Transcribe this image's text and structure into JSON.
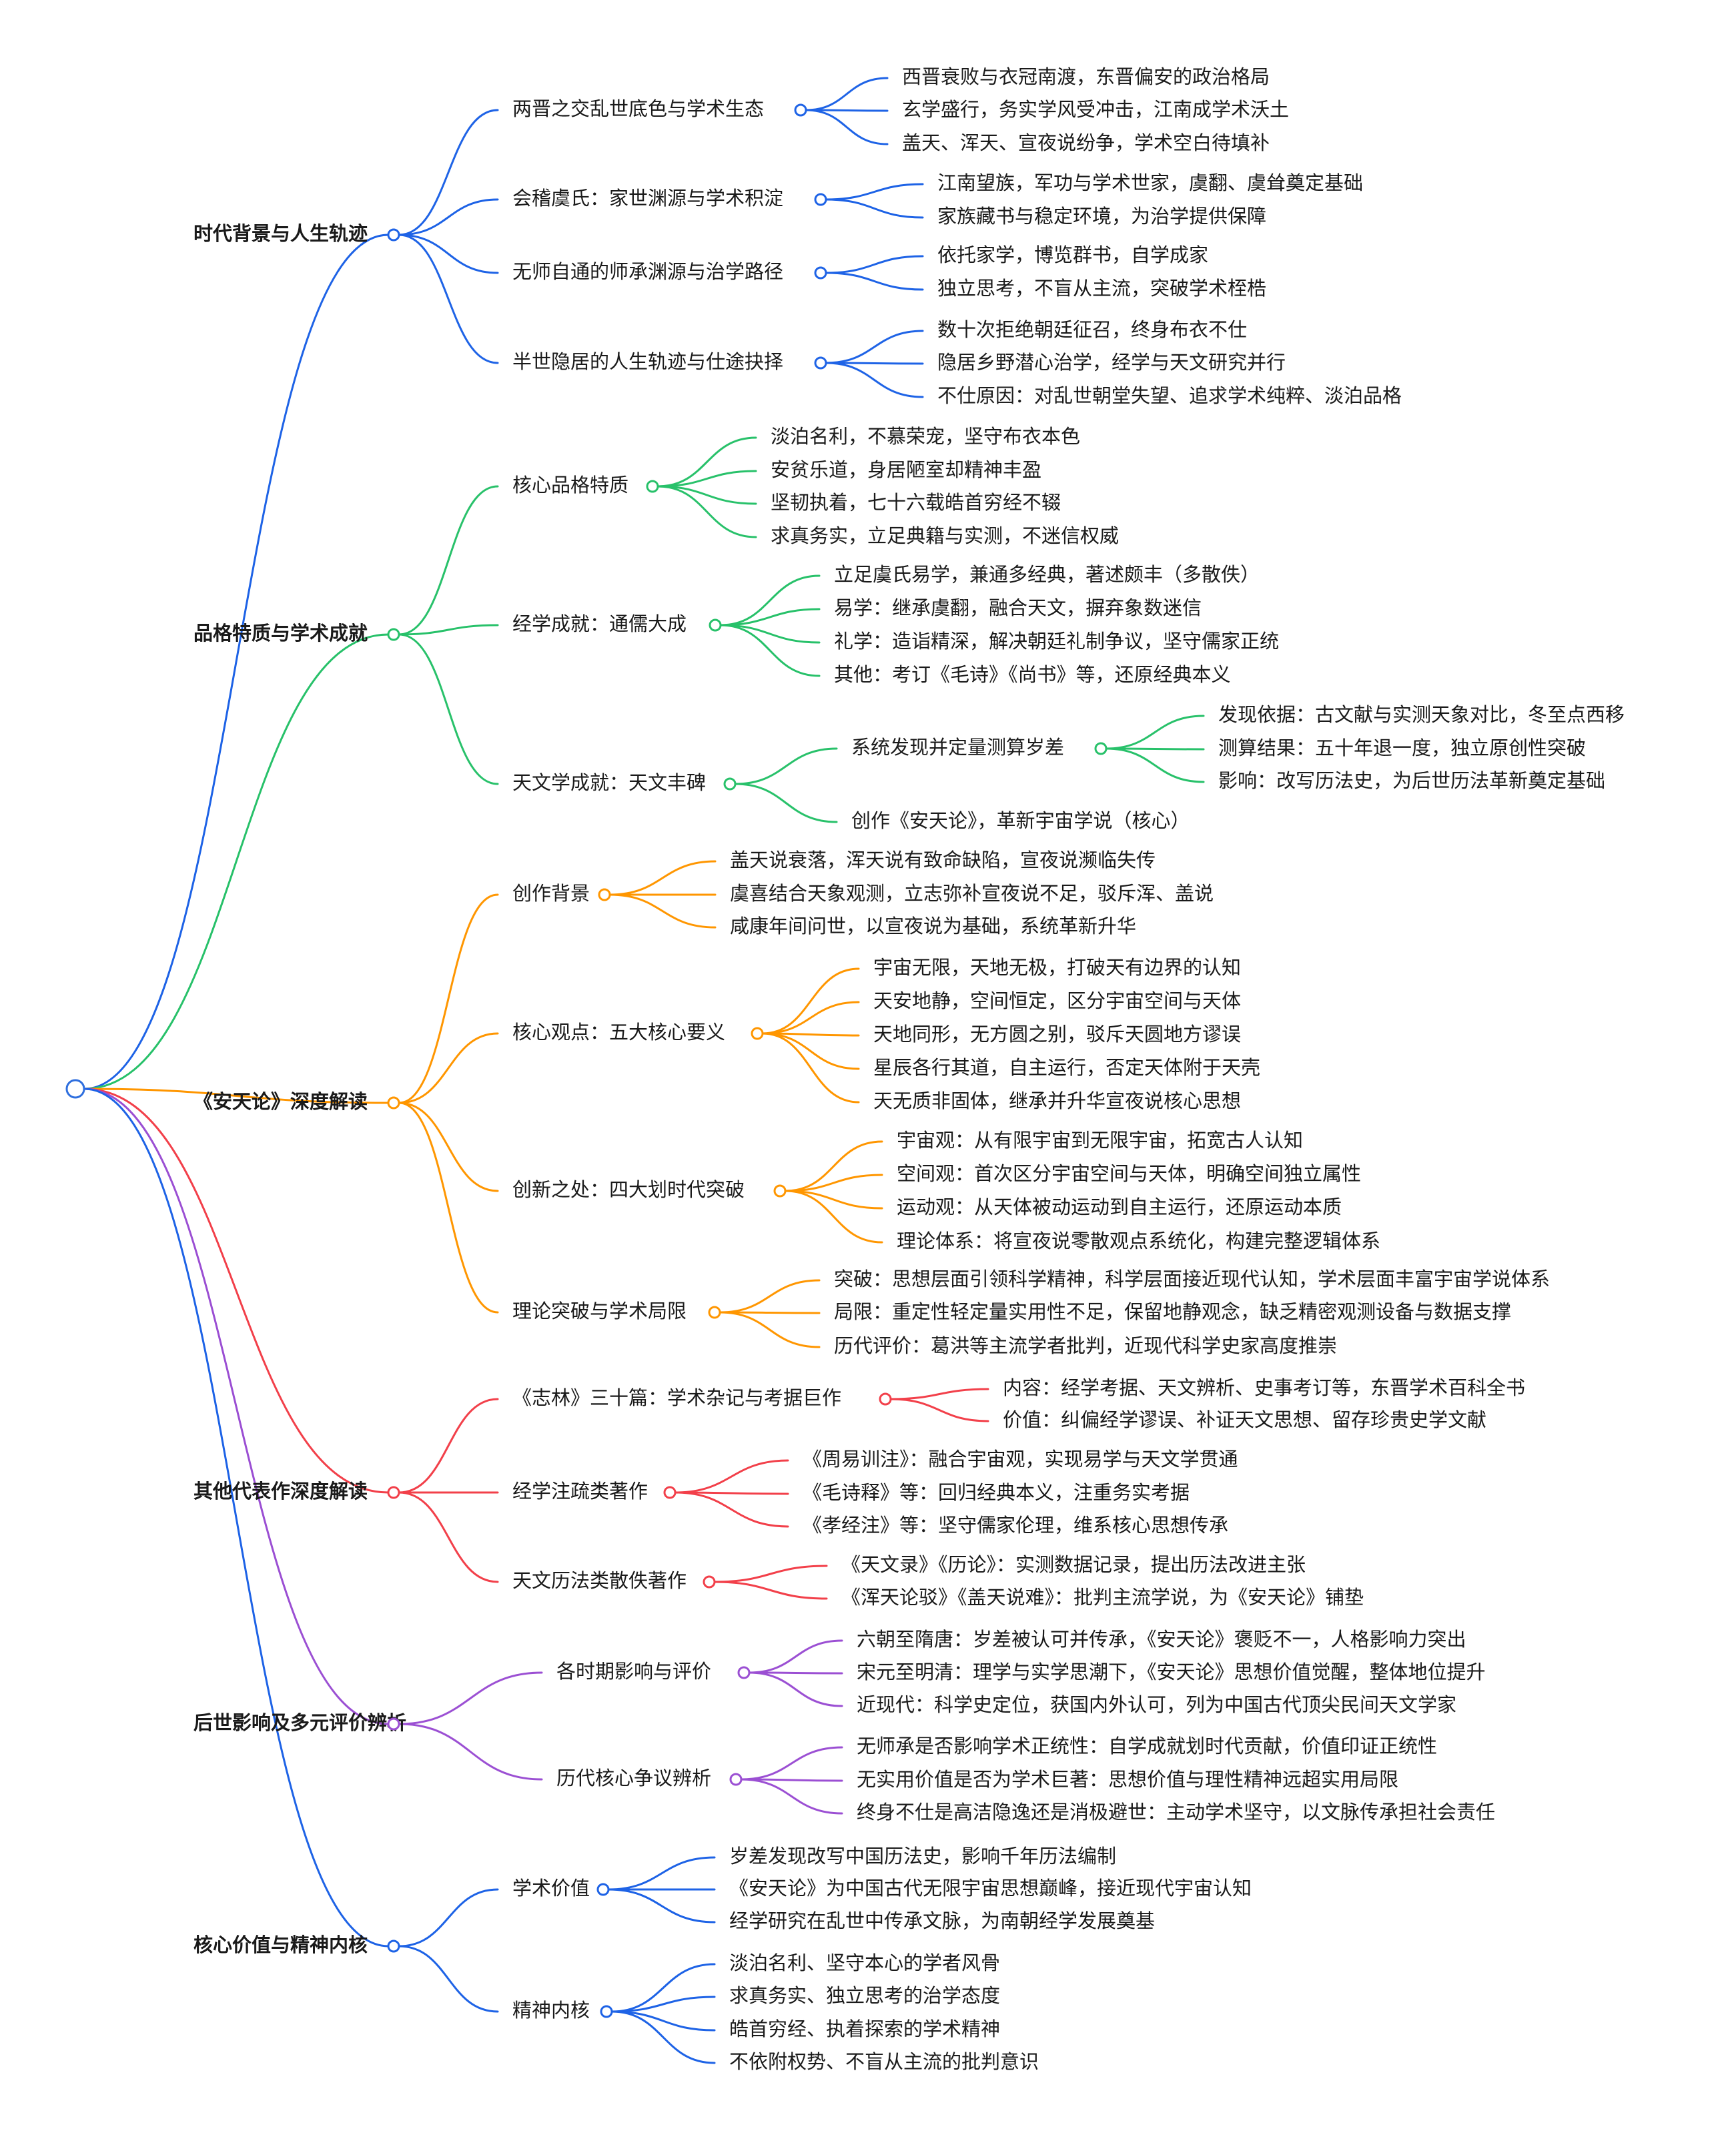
{
  "colors": {
    "root": "#2f6fde",
    "branch0": "#1e63e6",
    "branch1": "#28c16a",
    "branch2": "#ff9600",
    "branch3": "#f2404a",
    "branch4": "#9b4fd3",
    "branch5": "#1e63e6"
  },
  "mindmap": {
    "branches": [
      {
        "label": "时代背景与人生轨迹",
        "children": [
          {
            "label": "两晋之交乱世底色与学术生态",
            "children": [
              {
                "label": "西晋衰败与衣冠南渡，东晋偏安的政治格局"
              },
              {
                "label": "玄学盛行，务实学风受冲击，江南成学术沃土"
              },
              {
                "label": "盖天、浑天、宣夜说纷争，学术空白待填补"
              }
            ]
          },
          {
            "label": "会稽虞氏：家世渊源与学术积淀",
            "children": [
              {
                "label": "江南望族，军功与学术世家，虞翻、虞耸奠定基础"
              },
              {
                "label": "家族藏书与稳定环境，为治学提供保障"
              }
            ]
          },
          {
            "label": "无师自通的师承渊源与治学路径",
            "children": [
              {
                "label": "依托家学，博览群书，自学成家"
              },
              {
                "label": "独立思考，不盲从主流，突破学术桎梏"
              }
            ]
          },
          {
            "label": "半世隐居的人生轨迹与仕途抉择",
            "children": [
              {
                "label": "数十次拒绝朝廷征召，终身布衣不仕"
              },
              {
                "label": "隐居乡野潜心治学，经学与天文研究并行"
              },
              {
                "label": "不仕原因：对乱世朝堂失望、追求学术纯粹、淡泊品格"
              }
            ]
          }
        ]
      },
      {
        "label": "品格特质与学术成就",
        "children": [
          {
            "label": "核心品格特质",
            "children": [
              {
                "label": "淡泊名利，不慕荣宠，坚守布衣本色"
              },
              {
                "label": "安贫乐道，身居陋室却精神丰盈"
              },
              {
                "label": "坚韧执着，七十六载皓首穷经不辍"
              },
              {
                "label": "求真务实，立足典籍与实测，不迷信权威"
              }
            ]
          },
          {
            "label": "经学成就：通儒大成",
            "children": [
              {
                "label": "立足虞氏易学，兼通多经典，著述颇丰（多散佚）"
              },
              {
                "label": "易学：继承虞翻，融合天文，摒弃象数迷信"
              },
              {
                "label": "礼学：造诣精深，解决朝廷礼制争议，坚守儒家正统"
              },
              {
                "label": "其他：考订《毛诗》《尚书》等，还原经典本义"
              }
            ]
          },
          {
            "label": "天文学成就：天文丰碑",
            "children": [
              {
                "label": "系统发现并定量测算岁差",
                "children": [
                  {
                    "label": "发现依据：古文献与实测天象对比，冬至点西移"
                  },
                  {
                    "label": "测算结果：五十年退一度，独立原创性突破"
                  },
                  {
                    "label": "影响：改写历法史，为后世历法革新奠定基础"
                  }
                ]
              },
              {
                "label": "创作《安天论》，革新宇宙学说（核心）"
              }
            ]
          }
        ]
      },
      {
        "label": "《安天论》深度解读",
        "children": [
          {
            "label": "创作背景",
            "children": [
              {
                "label": "盖天说衰落，浑天说有致命缺陷，宣夜说濒临失传"
              },
              {
                "label": "虞喜结合天象观测，立志弥补宣夜说不足，驳斥浑、盖说"
              },
              {
                "label": "咸康年间问世，以宣夜说为基础，系统革新升华"
              }
            ]
          },
          {
            "label": "核心观点：五大核心要义",
            "children": [
              {
                "label": "宇宙无限，天地无极，打破天有边界的认知"
              },
              {
                "label": "天安地静，空间恒定，区分宇宙空间与天体"
              },
              {
                "label": "天地同形，无方圆之别，驳斥天圆地方谬误"
              },
              {
                "label": "星辰各行其道，自主运行，否定天体附于天壳"
              },
              {
                "label": "天无质非固体，继承并升华宣夜说核心思想"
              }
            ]
          },
          {
            "label": "创新之处：四大划时代突破",
            "children": [
              {
                "label": "宇宙观：从有限宇宙到无限宇宙，拓宽古人认知"
              },
              {
                "label": "空间观：首次区分宇宙空间与天体，明确空间独立属性"
              },
              {
                "label": "运动观：从天体被动运动到自主运行，还原运动本质"
              },
              {
                "label": "理论体系：将宣夜说零散观点系统化，构建完整逻辑体系"
              }
            ]
          },
          {
            "label": "理论突破与学术局限",
            "children": [
              {
                "label": "突破：思想层面引领科学精神，科学层面接近现代认知，学术层面丰富宇宙学说体系"
              },
              {
                "label": "局限：重定性轻定量实用性不足，保留地静观念，缺乏精密观测设备与数据支撑"
              },
              {
                "label": "历代评价：葛洪等主流学者批判，近现代科学史家高度推崇"
              }
            ]
          }
        ]
      },
      {
        "label": "其他代表作深度解读",
        "children": [
          {
            "label": "《志林》三十篇：学术杂记与考据巨作",
            "children": [
              {
                "label": "内容：经学考据、天文辨析、史事考订等，东晋学术百科全书"
              },
              {
                "label": "价值：纠偏经学谬误、补证天文思想、留存珍贵史学文献"
              }
            ]
          },
          {
            "label": "经学注疏类著作",
            "children": [
              {
                "label": "《周易训注》：融合宇宙观，实现易学与天文学贯通"
              },
              {
                "label": "《毛诗释》等：回归经典本义，注重务实考据"
              },
              {
                "label": "《孝经注》等：坚守儒家伦理，维系核心思想传承"
              }
            ]
          },
          {
            "label": "天文历法类散佚著作",
            "children": [
              {
                "label": "《天文录》《历论》：实测数据记录，提出历法改进主张"
              },
              {
                "label": "《浑天论驳》《盖天说难》：批判主流学说，为《安天论》铺垫"
              }
            ]
          }
        ]
      },
      {
        "label": "后世影响及多元评价辨析",
        "children": [
          {
            "label": "各时期影响与评价",
            "children": [
              {
                "label": "六朝至隋唐：岁差被认可并传承，《安天论》褒贬不一，人格影响力突出"
              },
              {
                "label": "宋元至明清：理学与实学思潮下，《安天论》思想价值觉醒，整体地位提升"
              },
              {
                "label": "近现代：科学史定位，获国内外认可，列为中国古代顶尖民间天文学家"
              }
            ]
          },
          {
            "label": "历代核心争议辨析",
            "children": [
              {
                "label": "无师承是否影响学术正统性：自学成就划时代贡献，价值印证正统性"
              },
              {
                "label": "无实用价值是否为学术巨著：思想价值与理性精神远超实用局限"
              },
              {
                "label": "终身不仕是高洁隐逸还是消极避世：主动学术坚守，以文脉传承担社会责任"
              }
            ]
          }
        ]
      },
      {
        "label": "核心价值与精神内核",
        "children": [
          {
            "label": "学术价值",
            "children": [
              {
                "label": "岁差发现改写中国历法史，影响千年历法编制"
              },
              {
                "label": "《安天论》为中国古代无限宇宙思想巅峰，接近现代宇宙认知"
              },
              {
                "label": "经学研究在乱世中传承文脉，为南朝经学发展奠基"
              }
            ]
          },
          {
            "label": "精神内核",
            "children": [
              {
                "label": "淡泊名利、坚守本心的学者风骨"
              },
              {
                "label": "求真务实、独立思考的治学态度"
              },
              {
                "label": "皓首穷经、执着探索的学术精神"
              },
              {
                "label": "不依附权势、不盲从主流的批判意识"
              }
            ]
          }
        ]
      }
    ]
  }
}
